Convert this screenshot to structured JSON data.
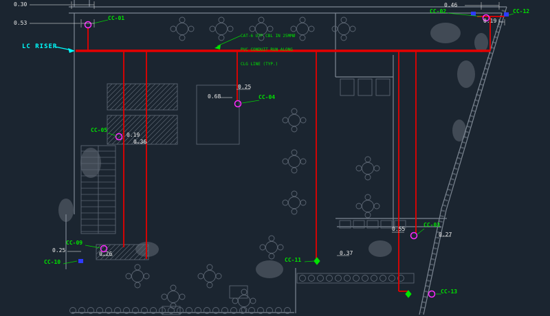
{
  "colors": {
    "bg": "#1b2530",
    "wall": "#7e8894",
    "furn": "#5c6673",
    "blob": "#9aa3ad",
    "red": "#e60000",
    "magenta": "#ff2bff",
    "blue": "#2e3bff",
    "green": "#00e400",
    "cyan": "#00ffff",
    "white": "#e9e9e9"
  },
  "riser_label": "LC RISER",
  "points": {
    "cc01": "CC-01",
    "cc02": "CC-02",
    "cc03": "CC-03",
    "cc04": "CC-04",
    "cc05": "CC-05",
    "cc09": "CC-09",
    "cc10": "CC-10",
    "cc11": "CC-11",
    "cc12": "CC-12",
    "cc13": "CC-13"
  },
  "dimensions": {
    "d030": "0.30",
    "d053": "0.53",
    "d046": "0.46",
    "d019_top": "0.19",
    "d025_mid": "0.25",
    "d068": "0.68",
    "d019_left": "0.19",
    "d036": "0.36",
    "d025_bottom": "0.25",
    "d026": "0.26",
    "d037": "0.37",
    "d055": "0.55",
    "d027": "0.27"
  },
  "annotation": {
    "lines": [
      "CAT-6 UTP CBL IN 25MMØ",
      "PVC CONDUIT RUN ALONG",
      "CLG LINE (TYP.)"
    ]
  }
}
